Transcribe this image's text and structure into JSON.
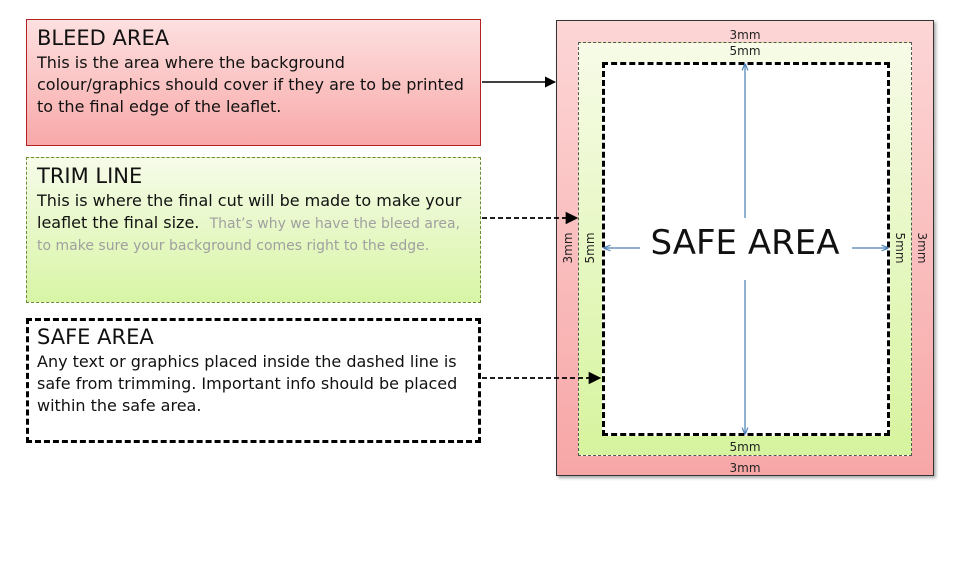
{
  "bleed_box": {
    "title": "BLEED AREA",
    "text": "This is the area where the background colour/graphics should cover if they are to be printed to the final edge of the leaflet."
  },
  "trim_box": {
    "title": "TRIM LINE",
    "text": "This is where the final cut will be made to make your leaflet the final size.",
    "note": "That’s why we have the bleed area, to make sure your background comes right to the edge."
  },
  "safe_box": {
    "title": "SAFE AREA",
    "text": "Any text or graphics placed inside the dashed line is safe from trimming. Important info should be placed within the safe area."
  },
  "diagram": {
    "safe_area_label": "SAFE AREA",
    "bleed_size": "3mm",
    "safe_margin": "5mm"
  },
  "colors": {
    "bleed": "#f7a6a6",
    "trim": "#d6f49e",
    "arrow": "#4a7fb5"
  }
}
